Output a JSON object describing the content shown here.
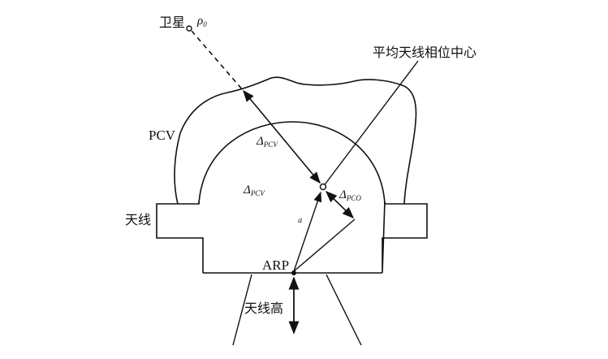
{
  "labels": {
    "satellite": "卫星",
    "rho": "ρ",
    "rho_sub": "0",
    "mean_phase_center": "平均天线相位中心",
    "pcv": "PCV",
    "delta_pcv_outer": "Δ",
    "delta_pcv_outer_sub": "PCV",
    "delta_pcv_inner": "Δ",
    "delta_pcv_inner_sub": "PCV",
    "delta_pco": "Δ",
    "delta_pco_sub": "PCO",
    "antenna": "天线",
    "arp": "ARP",
    "a": "a",
    "antenna_height": "天线高"
  },
  "colors": {
    "ink": "#111111",
    "background": "#ffffff"
  }
}
